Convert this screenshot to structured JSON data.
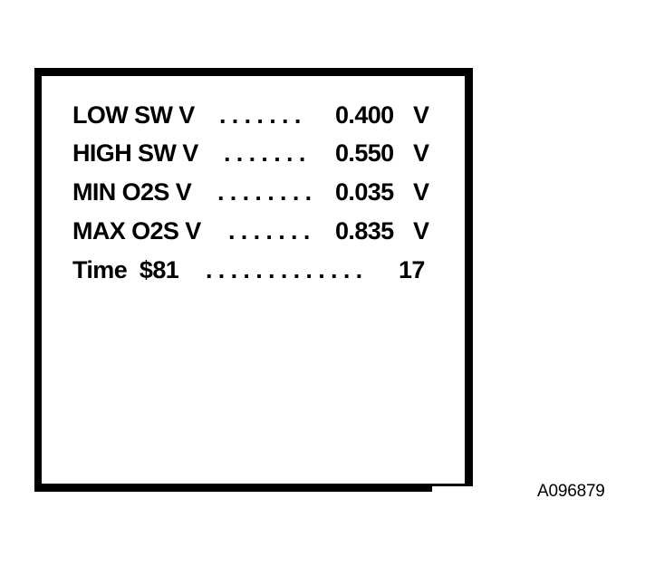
{
  "rows": [
    {
      "label": "LOW SW V",
      "dots": ". . . . . . .",
      "value": "0.400",
      "unit": "V"
    },
    {
      "label": "HIGH SW V",
      "dots": ". . . . . . .",
      "value": "0.550",
      "unit": "V"
    },
    {
      "label": "MIN O2S V",
      "dots": ". . . . . . . .",
      "value": "0.035",
      "unit": "V"
    },
    {
      "label": "MAX O2S V",
      "dots": ". . . . . . .",
      "value": "0.835",
      "unit": "V"
    },
    {
      "label": "Time  $81",
      "dots": ". . . . . . . . . . . . .",
      "value": "17",
      "unit": ""
    }
  ],
  "figure_id": "A096879"
}
